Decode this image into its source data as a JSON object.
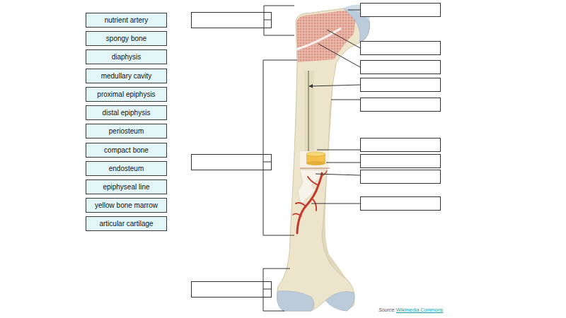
{
  "diagram": {
    "nodes": [
      {
        "text": [
          "nutrient artery"
        ]
      },
      {
        "text": [
          "spongy bone"
        ]
      },
      {
        "text": [
          "diaphysis"
        ]
      },
      {
        "text": [
          "medullary cavity"
        ]
      },
      {
        "text": [
          "proximal epiphysis"
        ]
      },
      {
        "text": [
          "distal epiphysis"
        ]
      },
      {
        "text": [
          "periosteum"
        ]
      },
      {
        "text": [
          "compact bone"
        ]
      },
      {
        "text": [
          "endosteum"
        ]
      },
      {
        "text": [
          "epiphyseal line"
        ]
      },
      {
        "text": [
          "yellow bone marrow"
        ]
      },
      {
        "text": [
          "articular cartilage"
        ]
      }
    ],
    "labels": [
      "Source:",
      "Wikimedia Commons"
    ]
  }
}
